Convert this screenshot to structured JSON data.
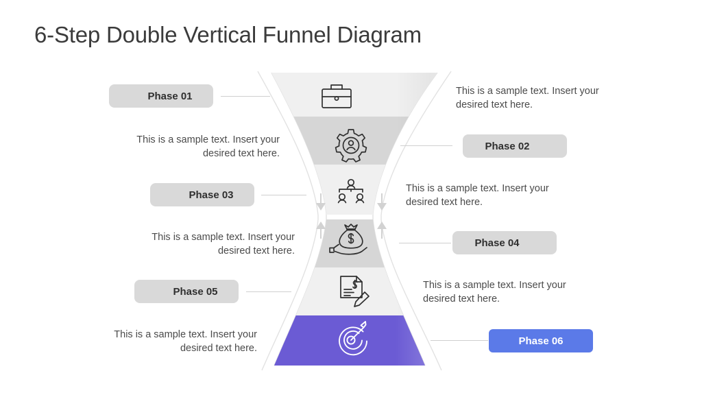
{
  "title": "6-Step Double Vertical Funnel Diagram",
  "colors": {
    "accent_button": "#5b7ae8",
    "funnel_highlight": "#6b5bd4",
    "band_light": "#f0f0f0",
    "band_dark": "#d6d6d6",
    "pill_gray": "#d9d9d9",
    "background": "#ffffff",
    "text": "#3a3a3a",
    "connector": "#cfcfcf"
  },
  "sample_text": "This is a sample text. Insert your desired text here.",
  "steps": [
    {
      "id": "phase-01",
      "label": "Phase 01",
      "icon": "briefcase-icon",
      "label_side": "left",
      "text_side": "right",
      "band": "light",
      "description": "This is a sample text. Insert your desired text here."
    },
    {
      "id": "phase-02",
      "label": "Phase 02",
      "icon": "gear-user-icon",
      "label_side": "right",
      "text_side": "left",
      "band": "dark",
      "description": "This is a sample text. Insert your desired text here."
    },
    {
      "id": "phase-03",
      "label": "Phase 03",
      "icon": "org-chart-people-icon",
      "label_side": "left",
      "text_side": "right",
      "band": "light",
      "description": "This is a sample text. Insert your desired text here."
    },
    {
      "id": "phase-04",
      "label": "Phase 04",
      "icon": "money-bag-hand-icon",
      "label_side": "right",
      "text_side": "left",
      "band": "dark",
      "description": "This is a sample text. Insert your desired text here."
    },
    {
      "id": "phase-05",
      "label": "Phase 05",
      "icon": "invoice-pen-icon",
      "label_side": "left",
      "text_side": "right",
      "band": "light",
      "description": "This is a sample text. Insert your desired text here."
    },
    {
      "id": "phase-06",
      "label": "Phase 06",
      "icon": "target-arrow-icon",
      "label_side": "right",
      "text_side": "left",
      "band": "accent",
      "description": "This is a sample text. Insert your desired text here."
    }
  ],
  "flow_markers": {
    "down_arrows": 2,
    "up_arrows": 2
  }
}
